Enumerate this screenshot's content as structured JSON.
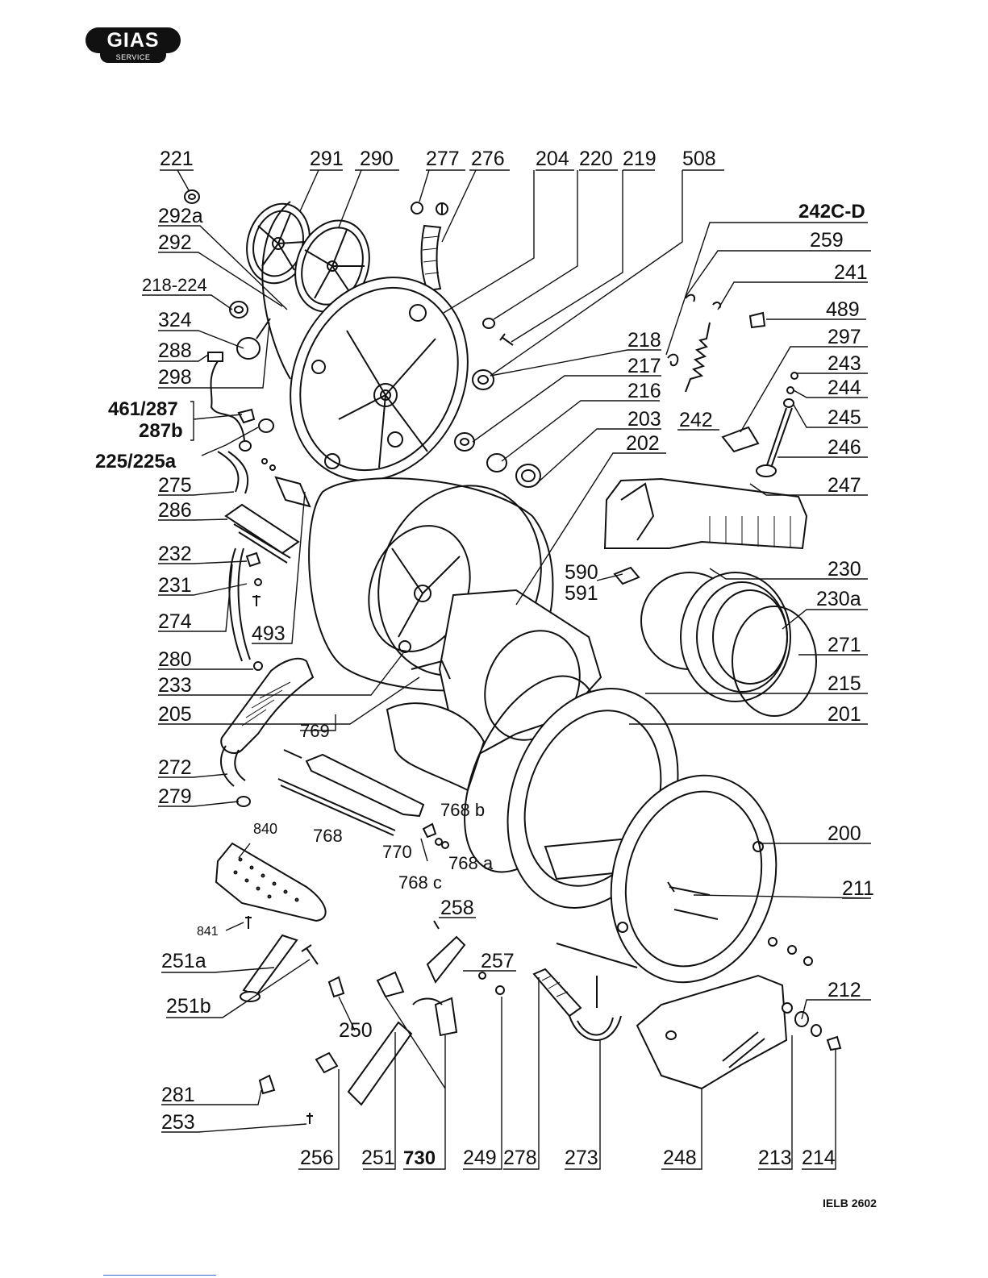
{
  "logo": {
    "main": "GIAS",
    "sub": "SERVICE"
  },
  "document_code": "IELB 2602",
  "labels": [
    "221",
    "291",
    "290",
    "277",
    "276",
    "204",
    "220",
    "219",
    "508",
    "242C-D",
    "292a",
    "292",
    "259",
    "218-224",
    "241",
    "324",
    "489",
    "288",
    "218",
    "297",
    "298",
    "217",
    "243",
    "461/287",
    "287b",
    "216",
    "244",
    "203",
    "242",
    "245",
    "225/225a",
    "202",
    "246",
    "275",
    "247",
    "286",
    "590",
    "591",
    "230",
    "232",
    "230a",
    "231",
    "271",
    "274",
    "493",
    "280",
    "215",
    "233",
    "201",
    "205",
    "769",
    "272",
    "279",
    "840",
    "768",
    "768 b",
    "770",
    "768 a",
    "768 c",
    "200",
    "211",
    "841",
    "258",
    "251a",
    "257",
    "212",
    "251b",
    "250",
    "281",
    "253",
    "256",
    "251",
    "730",
    "249",
    "278",
    "273",
    "248",
    "213",
    "214"
  ]
}
